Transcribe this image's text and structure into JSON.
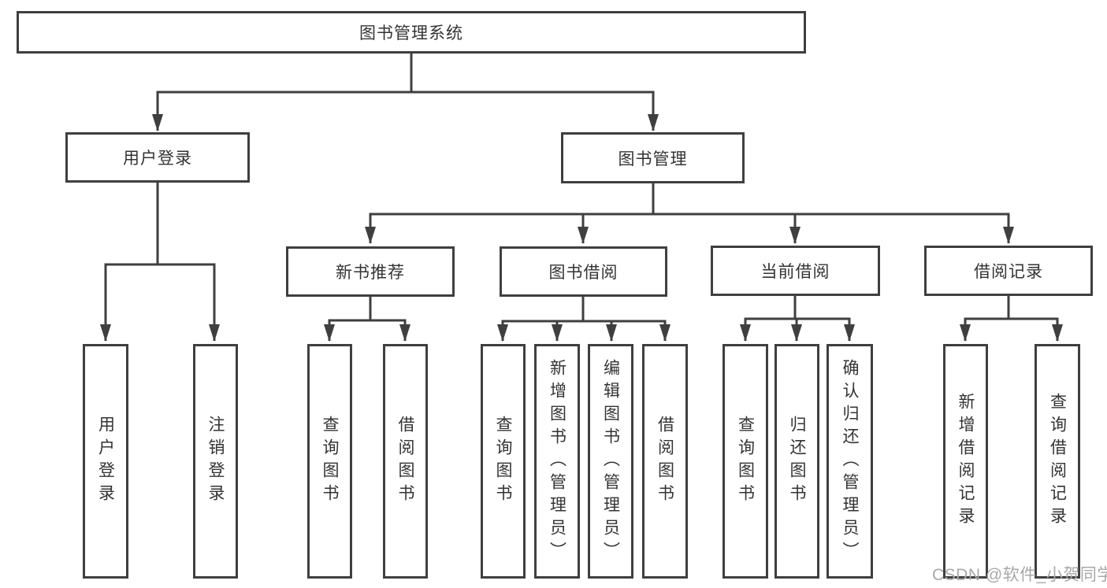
{
  "diagram": {
    "root": {
      "label": "图书管理系统"
    },
    "branches": [
      {
        "label": "用户登录",
        "children": [
          {
            "label": "用户登录"
          },
          {
            "label": "注销登录"
          }
        ]
      },
      {
        "label": "图书管理",
        "children": [
          {
            "label": "新书推荐",
            "children": [
              {
                "label": "查询图书"
              },
              {
                "label": "借阅图书"
              }
            ]
          },
          {
            "label": "图书借阅",
            "children": [
              {
                "label": "查询图书"
              },
              {
                "label": "新增图书（管理员）"
              },
              {
                "label": "编辑图书（管理员）"
              },
              {
                "label": "借阅图书"
              }
            ]
          },
          {
            "label": "当前借阅",
            "children": [
              {
                "label": "查询图书"
              },
              {
                "label": "归还图书"
              },
              {
                "label": "确认归还（管理员）"
              }
            ]
          },
          {
            "label": "借阅记录",
            "children": [
              {
                "label": "新增借阅记录"
              },
              {
                "label": "查询借阅记录"
              }
            ]
          }
        ]
      }
    ]
  },
  "watermark": {
    "text": "CSDN @软件_小贺同学"
  },
  "colors": {
    "line": "#3f3f3f",
    "box_border": "#3f3f3f",
    "text": "#333333",
    "watermark": "#a8a8a8",
    "background": "#ffffff"
  }
}
